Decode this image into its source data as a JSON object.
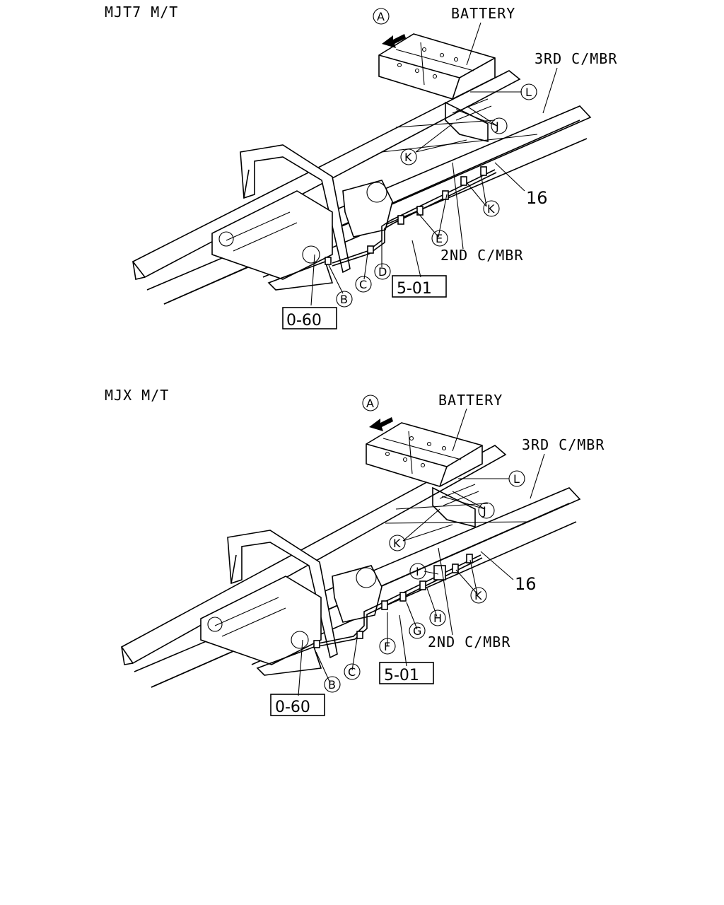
{
  "diagrams": [
    {
      "title": "MJT7 M/T",
      "battery": "BATTERY",
      "third_cmbr": "3RD C/MBR",
      "second_cmbr": "2ND C/MBR",
      "part_number": "16",
      "ref_boxes": [
        "0-60",
        "5-01"
      ],
      "callouts": [
        "A",
        "B",
        "C",
        "D",
        "E",
        "J",
        "K",
        "K",
        "L"
      ]
    },
    {
      "title": "MJX M/T",
      "battery": "BATTERY",
      "third_cmbr": "3RD C/MBR",
      "second_cmbr": "2ND C/MBR",
      "part_number": "16",
      "ref_boxes": [
        "0-60",
        "5-01"
      ],
      "callouts": [
        "A",
        "B",
        "C",
        "F",
        "G",
        "H",
        "I",
        "J",
        "K",
        "K",
        "L"
      ]
    }
  ]
}
